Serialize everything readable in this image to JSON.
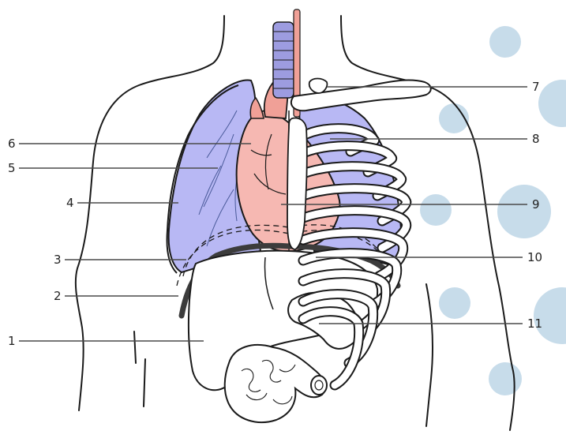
{
  "colors": {
    "lung": "#b8b8f4",
    "heart": "#f6b8b2",
    "vessel": "#f0a097",
    "trachea": "#9d9ce0",
    "outline": "#1a1a1a",
    "leader": "#4a4a4a",
    "diaphragm": "#3c3c3c",
    "bubble": "#c7dcea"
  },
  "icons": {
    "background": "decorative-bubble-icon"
  },
  "labels": {
    "left": [
      {
        "number": "6"
      },
      {
        "number": "5"
      },
      {
        "number": "4"
      },
      {
        "number": "3"
      },
      {
        "number": "2"
      },
      {
        "number": "1"
      }
    ],
    "right": [
      {
        "number": "7"
      },
      {
        "number": "8"
      },
      {
        "number": "9"
      },
      {
        "number": "10"
      },
      {
        "number": "11"
      }
    ]
  }
}
